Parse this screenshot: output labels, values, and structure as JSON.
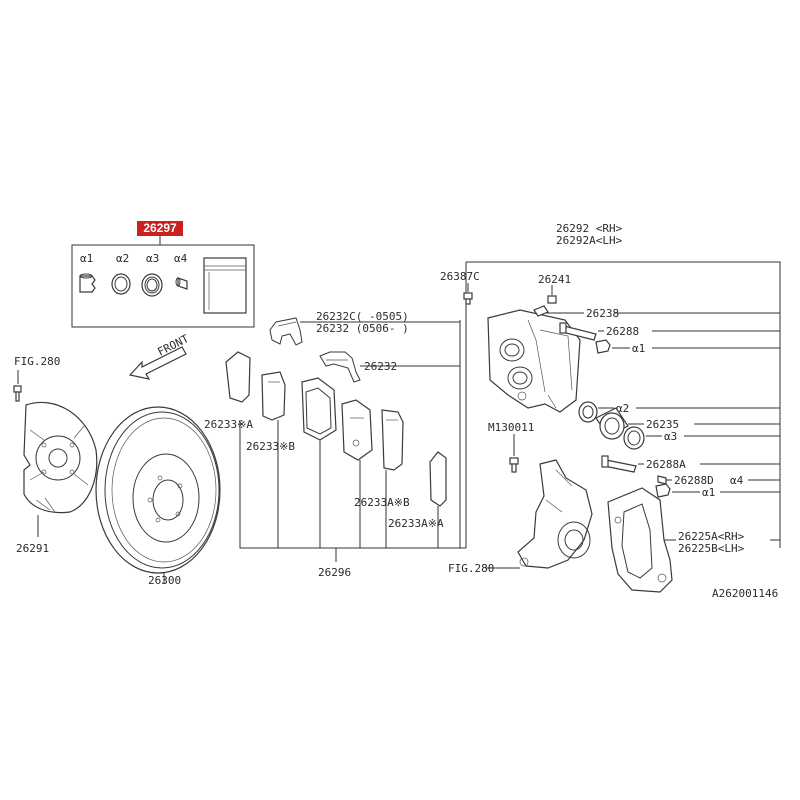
{
  "kit": {
    "part_number": "26297",
    "items": [
      "α1",
      "α2",
      "α3",
      "α4"
    ],
    "highlight_color": "#cc1f1f"
  },
  "labels": {
    "fig280_left": "FIG.280",
    "fig280_bottom": "FIG.280",
    "front_arrow": "FRONT",
    "p26291": "26291",
    "p26300": "26300",
    "p26296": "26296",
    "p26233xA": "26233※A",
    "p26233xB": "26233※B",
    "p26233AxB": "26233A※B",
    "p26233AxA": "26233A※A",
    "p26232C": "26232C(  -0505)",
    "p26232_0506": "26232 (0506-  )",
    "p26232": "26232",
    "p26292": "26292 <RH>",
    "p26292A": "26292A<LH>",
    "p26387C": "26387C",
    "p26241": "26241",
    "p26238": "26238",
    "p26288": "26288",
    "a1_upper": "α1",
    "a2": "α2",
    "p26235": "26235",
    "a3": "α3",
    "M130011": "M130011",
    "p26288A": "26288A",
    "p26288D": "26288D",
    "a4": "α4",
    "a1_lower": "α1",
    "p26225A": "26225A<RH>",
    "p26225B": "26225B<LH>",
    "diagram_id": "A262001146"
  }
}
